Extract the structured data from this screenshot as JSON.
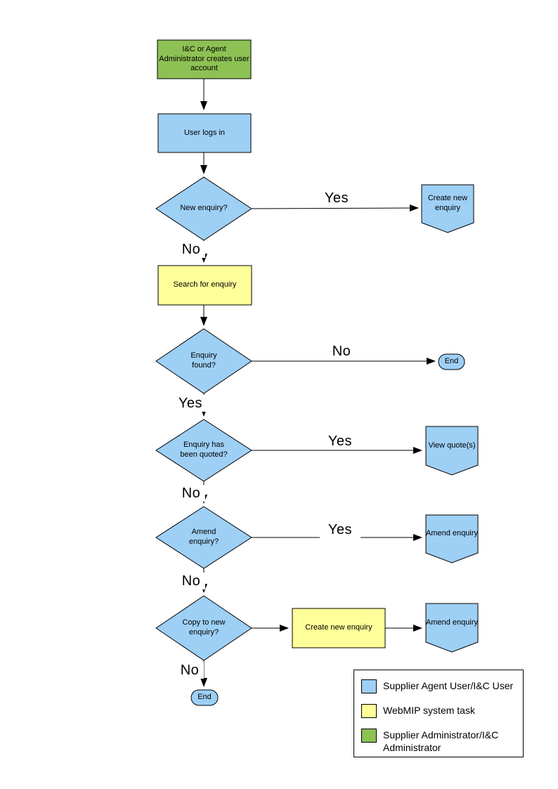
{
  "colors": {
    "user_task": "#9ECFF5",
    "system_task": "#FFFF99",
    "admin_task": "#8DC153",
    "line": "#000000"
  },
  "nodes": {
    "admin_creates_account": "I&C or Agent Administrator creates user account",
    "user_logs_in": "User logs in",
    "new_enquiry_q": "New enquiry?",
    "create_new_enquiry_offpage": "Create new enquiry",
    "search_for_enquiry": "Search for enquiry",
    "enquiry_found_q": "Enquiry found?",
    "end_1": "End",
    "enquiry_quoted_q": "Enquiry has been quoted?",
    "view_quotes": "View quote(s)",
    "amend_enquiry_q": "Amend enquiry?",
    "amend_enquiry_offpage_1": "Amend enquiry",
    "copy_to_new_enquiry_q": "Copy to new enquiry?",
    "create_new_enquiry_task": "Create new enquiry",
    "amend_enquiry_offpage_2": "Amend enquiry",
    "end_2": "End"
  },
  "edge_labels": {
    "new_enquiry_yes": "Yes",
    "new_enquiry_no": "No",
    "enquiry_found_no": "No",
    "enquiry_found_yes": "Yes",
    "quoted_yes": "Yes",
    "quoted_no": "No",
    "amend_yes": "Yes",
    "amend_no": "No",
    "copy_no": "No"
  },
  "legend": {
    "items": [
      {
        "label": "Supplier Agent User/I&C User",
        "color": "#9ECFF5"
      },
      {
        "label": "WebMIP system task",
        "color": "#FFFF99"
      },
      {
        "label": "Supplier Administrator/I&C Administrator",
        "color": "#8DC153"
      }
    ]
  }
}
